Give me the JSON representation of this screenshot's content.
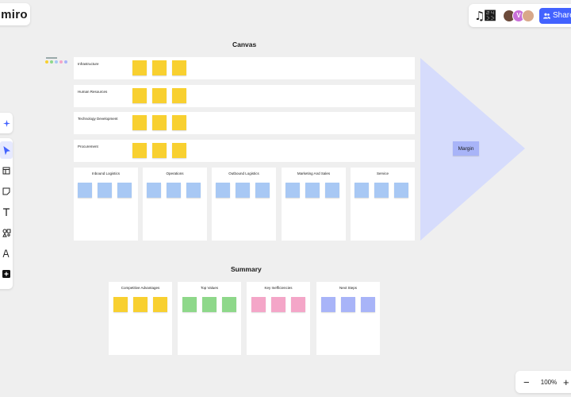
{
  "app": {
    "logo": "miro",
    "board_glyph": "♫␳"
  },
  "collab": {
    "avatars": [
      {
        "initial": ""
      },
      {
        "initial": "V"
      },
      {
        "initial": ""
      }
    ],
    "share_label": "Share"
  },
  "canvas": {
    "title": "Canvas",
    "support_rows": [
      {
        "label": "Infrastructure"
      },
      {
        "label": "Human Resources"
      },
      {
        "label": "Technology Development"
      },
      {
        "label": "Procurement"
      }
    ],
    "primary_columns": [
      {
        "label": "Inbound Logistics"
      },
      {
        "label": "Operations"
      },
      {
        "label": "Outbound Logistics"
      },
      {
        "label": "Marketing And Sales"
      },
      {
        "label": "Service"
      }
    ],
    "margin_label": "Margin"
  },
  "summary": {
    "title": "Summary",
    "columns": [
      {
        "label": "Competitive Advantages",
        "color": "#f8d030"
      },
      {
        "label": "Top Values",
        "color": "#8ed88a"
      },
      {
        "label": "Key Inefficiencies",
        "color": "#f4a6c8"
      },
      {
        "label": "Next Steps",
        "color": "#a8b4f8"
      }
    ]
  },
  "colors": {
    "accent": "#4262ff",
    "sticky_yellow": "#f8d030",
    "sticky_blue": "#a8c8f4",
    "margin_fill": "#d6dcfc"
  },
  "zoom": {
    "level": "100%",
    "minus": "−",
    "plus": "+"
  },
  "toolbar": {
    "tools": [
      {
        "name": "select",
        "icon": "cursor-icon"
      },
      {
        "name": "frame",
        "icon": "frame-icon"
      },
      {
        "name": "sticky",
        "icon": "sticky-note-icon"
      },
      {
        "name": "text",
        "icon": "text-icon"
      },
      {
        "name": "shapes",
        "icon": "shapes-icon"
      },
      {
        "name": "pen",
        "icon": "pen-icon"
      },
      {
        "name": "more",
        "icon": "plus-icon"
      }
    ]
  }
}
